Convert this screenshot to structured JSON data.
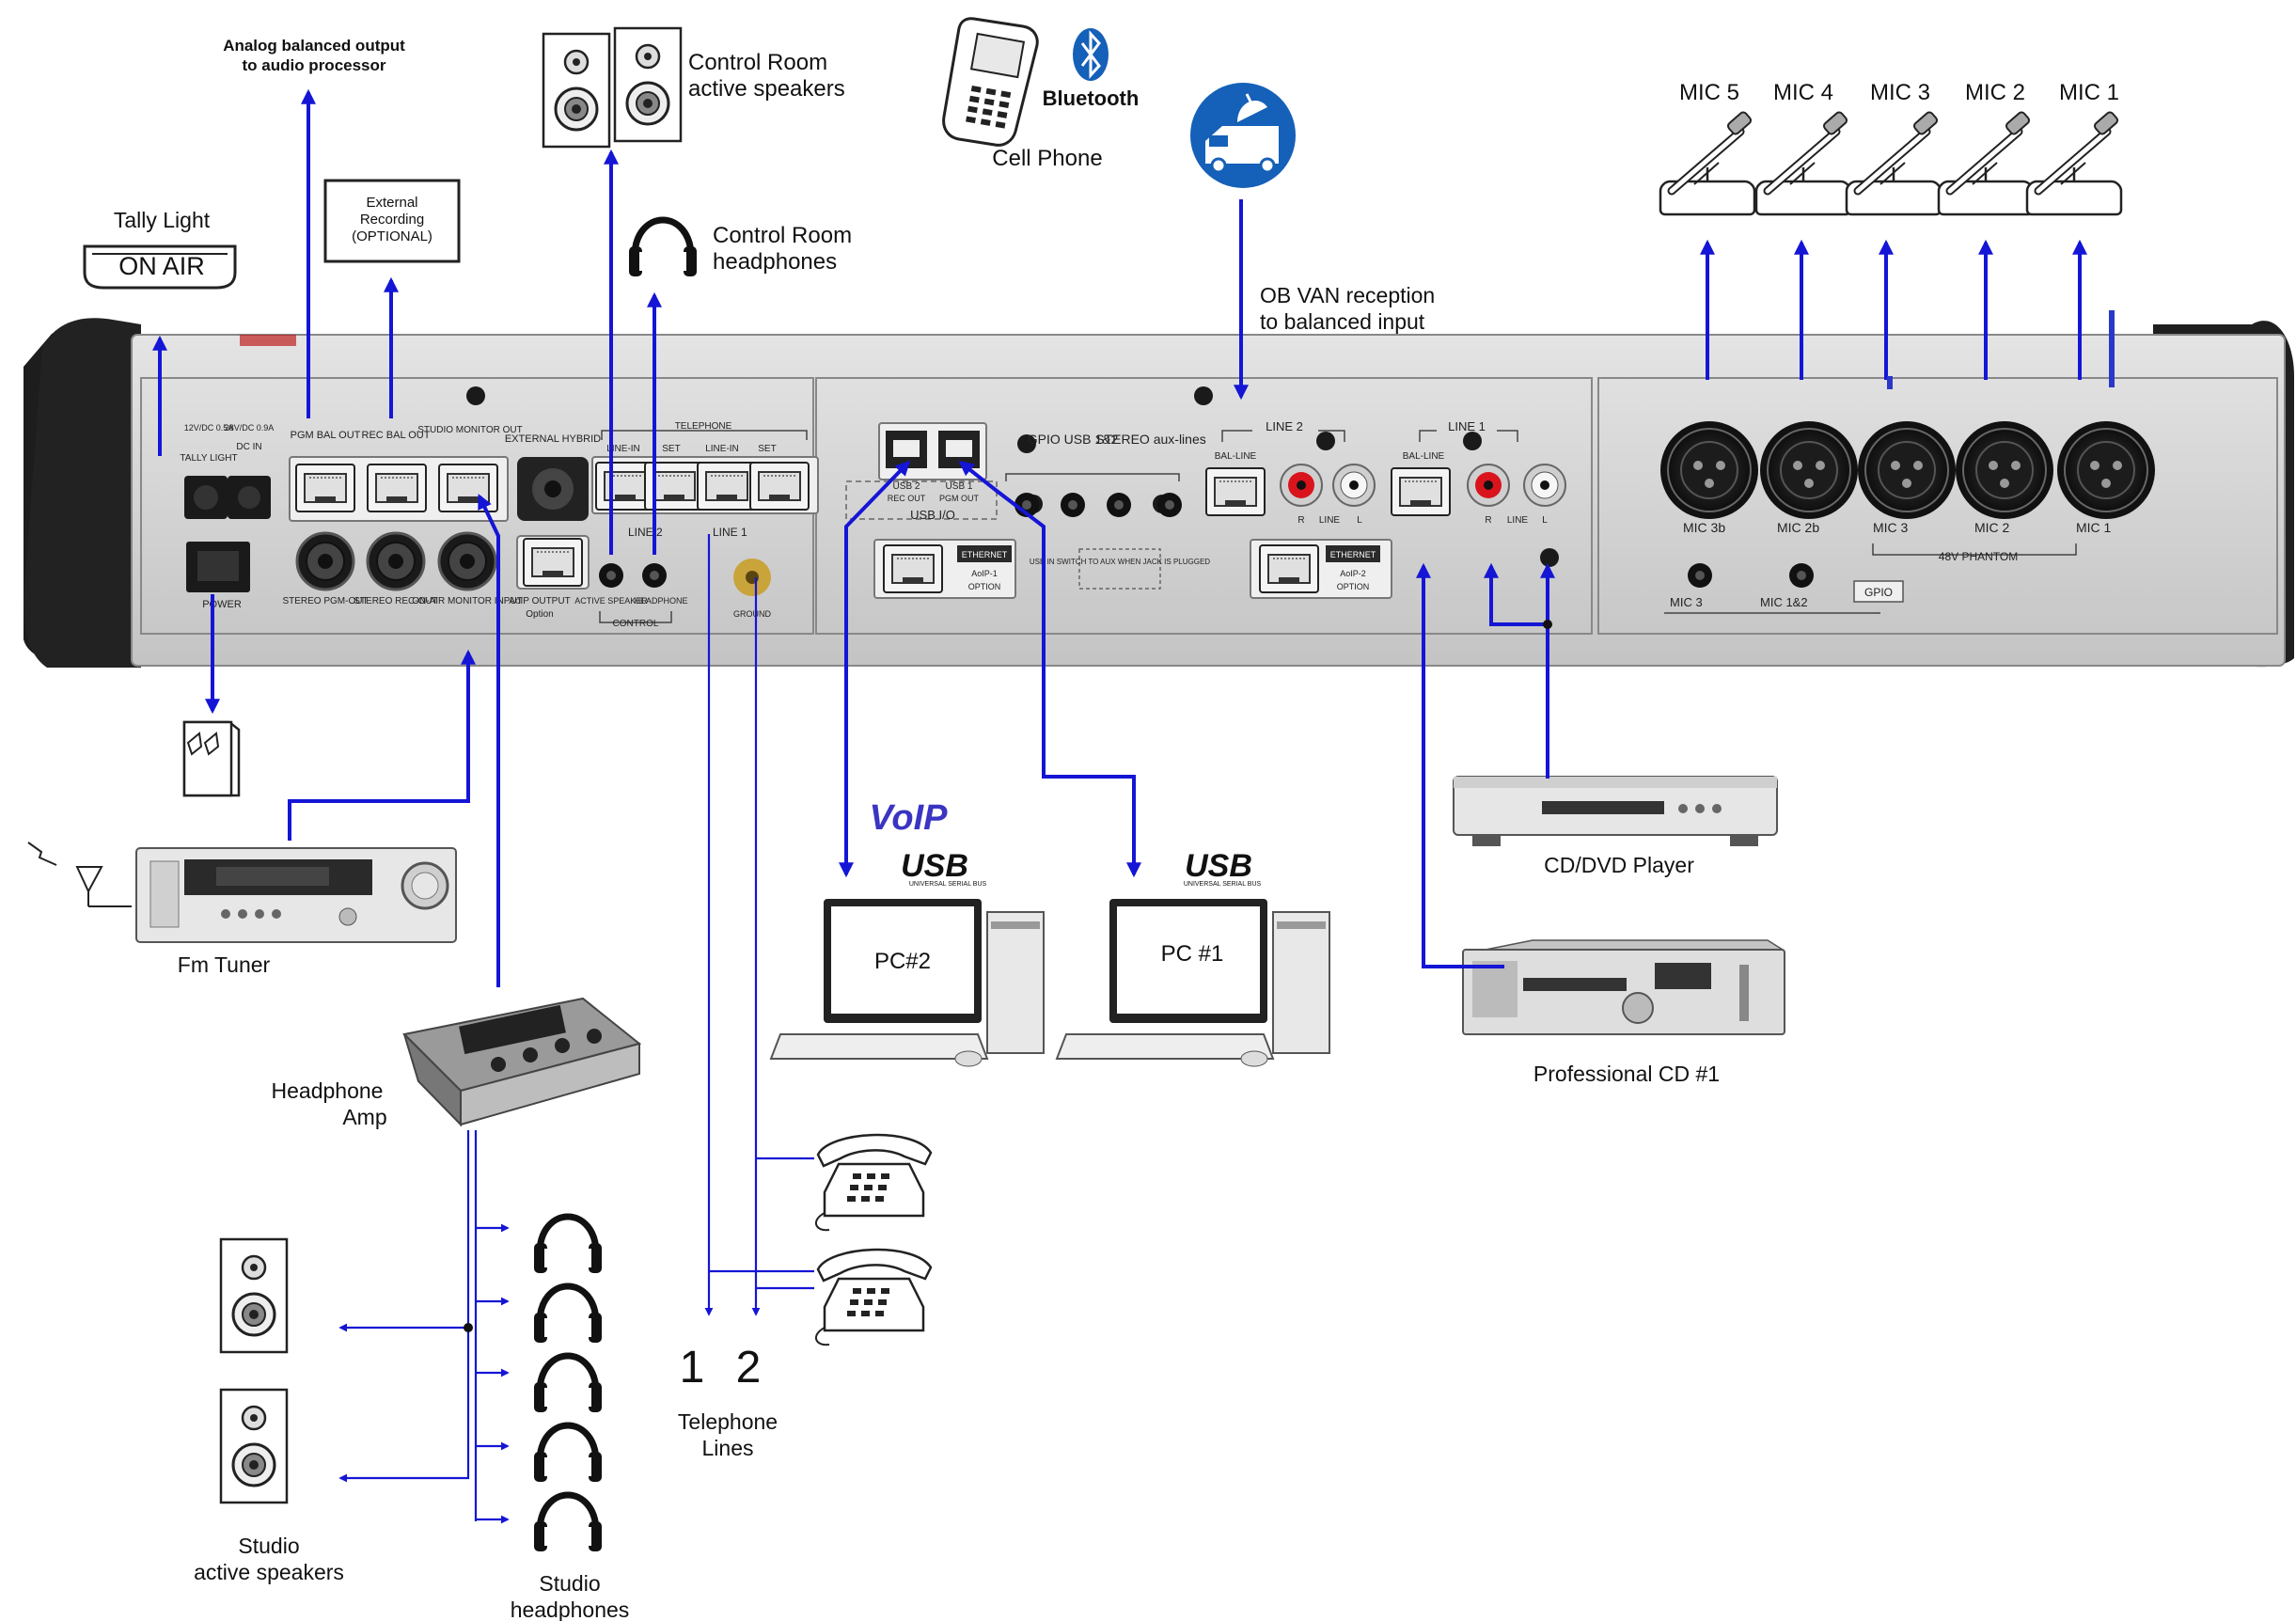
{
  "colors": {
    "wire": "#1515d6",
    "panel": "#d2d2d2",
    "panel_dark": "#1f1f1f",
    "rca_red": "#d9141c",
    "grounding": "#c9a43a",
    "ob_van_badge": "#1560b8"
  },
  "tally": {
    "title": "Tally Light",
    "sign": "ON AIR"
  },
  "analog_out": {
    "line1": "Analog balanced output",
    "line2": "to audio processor"
  },
  "ext_rec": {
    "line1": "External",
    "line2": "Recording",
    "line3": "(OPTIONAL)"
  },
  "cr_speakers": {
    "line1": "Control Room",
    "line2": "active speakers"
  },
  "cr_headphones": {
    "line1": "Control Room",
    "line2": "headphones"
  },
  "cell_phone": {
    "label": "Cell Phone",
    "bluetooth": "Bluetooth"
  },
  "ob_van": {
    "line1": "OB VAN reception",
    "line2": "to balanced input"
  },
  "mics": [
    "MIC 5",
    "MIC 4",
    "MIC 3",
    "MIC 2",
    "MIC 1"
  ],
  "panel": {
    "tally_spec": "12V/DC 0.5A",
    "tally_light": "TALLY LIGHT",
    "dc_spec": "28V/DC 0.9A",
    "dc_in": "DC IN",
    "power": "POWER",
    "pgm_bal_out": "PGM BAL OUT",
    "rec_bal_out": "REC BAL OUT",
    "studio_monitor_out": "STUDIO MONITOR OUT",
    "stereo_pgm_out": "STEREO PGM-OUT",
    "stereo_rec_out": "STEREO REC-OUT",
    "on_air_monitor_input": "ON-AIR MONITOR INPUT",
    "external_hybrid": "EXTERNAL HYBRID",
    "aoip_output": "AoIP OUTPUT",
    "option": "Option",
    "telephone": "TELEPHONE",
    "line_in": "LINE-IN",
    "set": "SET",
    "line2_tel": "LINE 2",
    "line1_tel": "LINE 1",
    "active_speaker": "ACTIVE SPEAKER",
    "headphone": "HEADPHONE",
    "control": "CONTROL",
    "ground": "GROUND",
    "usb2": "USB 2",
    "rec_out": "REC OUT",
    "usb1": "USB 1",
    "pgm_out": "PGM OUT",
    "usb_io": "USB I/O",
    "gpio_usb": "GPIO USB 1&2",
    "stereo_aux": "STEREO aux-lines",
    "ethernet": "ETHERNET",
    "aoip1": "AoIP-1",
    "aoip2": "AoIP-2",
    "option_caps": "OPTION",
    "usb_switch_note": "USB IN SWITCH TO AUX WHEN JACK IS PLUGGED",
    "line2": "LINE 2",
    "line1": "LINE 1",
    "bal_line": "BAL-LINE",
    "line": "LINE",
    "r": "R",
    "l": "L",
    "mic3b": "MIC 3b",
    "mic2b": "MIC 2b",
    "mic3": "MIC 3",
    "mic2": "MIC 2",
    "mic1": "MIC 1",
    "phantom": "48V PHANTOM",
    "mic3_small": "MIC 3",
    "mic12": "MIC 1&2",
    "gpio": "GPIO"
  },
  "pc2": {
    "screen": "PC#2",
    "voip": "VoIP",
    "usb": "USB",
    "usb_sub": "UNIVERSAL SERIAL BUS"
  },
  "pc1": {
    "screen": "PC #1",
    "usb": "USB",
    "usb_sub": "UNIVERSAL SERIAL BUS"
  },
  "cd_dvd": {
    "label": "CD/DVD Player"
  },
  "pro_cd": {
    "label": "Professional CD #1"
  },
  "fm_tuner": {
    "label": "Fm Tuner"
  },
  "hp_amp": {
    "line1": "Headphone",
    "line2": "Amp"
  },
  "studio_speakers": {
    "line1": "Studio",
    "line2": "active speakers"
  },
  "studio_headphones": {
    "line1": "Studio",
    "line2": "headphones"
  },
  "telephone_lines": {
    "num1": "1",
    "num2": "2",
    "line1": "Telephone",
    "line2": "Lines"
  }
}
